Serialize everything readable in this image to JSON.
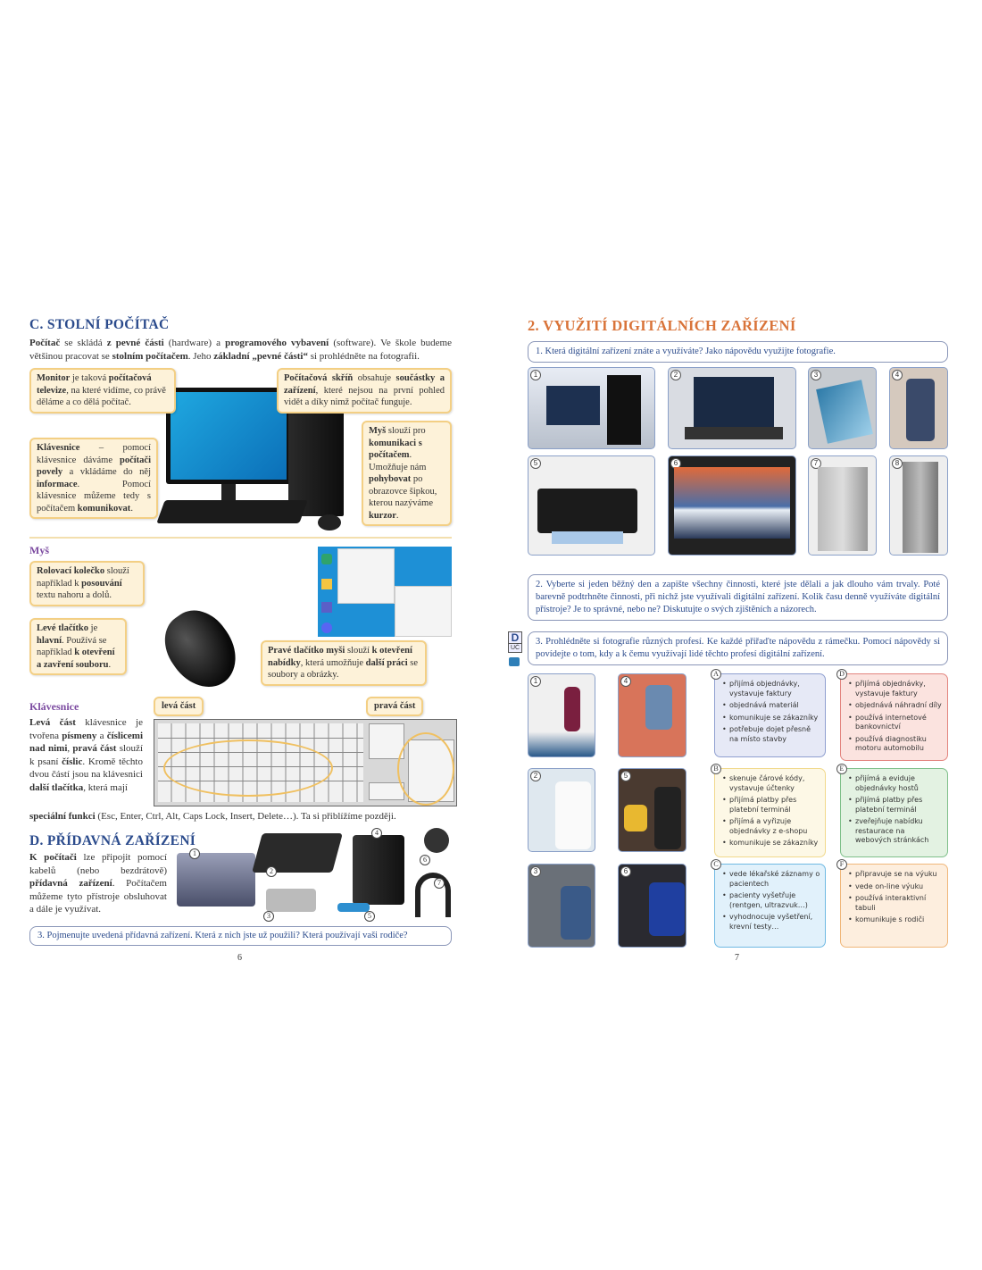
{
  "left": {
    "section_c_title": "C. STOLNÍ POČÍTAČ",
    "intro": [
      "Počítač",
      " se skládá ",
      "z pevné části",
      " (hardware) a ",
      "programového vybavení",
      " (software). Ve škole budeme většinou pracovat se ",
      "stolním počítačem",
      ". Jeho ",
      "základní „pevné části“",
      " si prohlédněte na fotografii."
    ],
    "callouts": {
      "monitor": [
        "Monitor",
        " je taková ",
        "počítačová televize",
        ", na které vidíme, co právě děláme a co dělá počítač."
      ],
      "case": [
        "Počítačová skříň",
        " obsahuje ",
        "součástky a zařízení",
        ", které nejsou na první pohled vidět a díky nimž počítač funguje."
      ],
      "keyboard": [
        "Klávesnice",
        " – pomocí klávesnice dáváme ",
        "počítači povely",
        " a vkládáme do něj ",
        "informace",
        ". Pomocí klávesnice můžeme tedy s počítačem ",
        "komunikovat",
        "."
      ],
      "mouse": [
        "Myš",
        " slouží pro ",
        "komunikaci s počítačem",
        ". Umožňuje nám ",
        "pohybovat",
        " po obrazovce šipkou, kterou nazýváme ",
        "kurzor",
        "."
      ]
    },
    "mouse_heading": "Myš",
    "mouse_callouts": {
      "wheel": [
        "Rolovací kolečko",
        " slouží například k ",
        "posouvání",
        " textu nahoru a dolů."
      ],
      "left_button": [
        "Levé tlačítko",
        " je ",
        "hlavní",
        ". Používá se například ",
        "k otevření a zavření souboru",
        "."
      ],
      "right_button": [
        "Pravé tlačítko myši",
        " slouží ",
        "k otevření nabídky",
        ", která umožňuje ",
        "další práci",
        " se soubory a obrázky."
      ]
    },
    "keyboard_heading": "Klávesnice",
    "keyboard_labels": {
      "left": "levá část",
      "right": "pravá část"
    },
    "keyboard_text": [
      "Levá část",
      " klávesnice je tvořena ",
      "písmeny",
      " a ",
      "číslicemi nad nimi",
      ", ",
      "pravá část",
      " slouží k psaní ",
      "číslic",
      ". Kromě těchto dvou částí jsou na klávesnici ",
      "další tlačítka",
      ", která mají ",
      "speciální funkci",
      " (Esc, Enter, Ctrl, Alt, Caps Lock, Insert, Delete…). Ta si přiblížíme později."
    ],
    "section_d_title": "D. PŘÍDAVNÁ ZAŘÍZENÍ",
    "section_d_text": [
      "K počítači",
      " lze připojit pomocí kabelů (nebo bezdrátově) ",
      "přídavná zařízení",
      ". Počítačem můžeme tyto přístroje obsluhovat a dále je využívat."
    ],
    "device_numbers": [
      "1",
      "2",
      "3",
      "4",
      "5",
      "6",
      "7"
    ],
    "question3": "3. Pojmenujte uvedená přídavná zařízení. Která z nich jste už použili? Která používají vaši rodiče?",
    "page_number": "6"
  },
  "right": {
    "title": "2. VYUŽITÍ DIGITÁLNÍCH ZAŘÍZENÍ",
    "question1": "1. Která digitální zařízení znáte a využíváte? Jako nápovědu využijte fotografie.",
    "device_photo_numbers": [
      "1",
      "2",
      "3",
      "4",
      "5",
      "6",
      "7",
      "8"
    ],
    "question2": "2. Vyberte si jeden běžný den a zapište všechny činnosti, které jste dělali a jak dlouho vám trvaly. Poté barevně podtrhněte činnosti, při nichž jste využívali digitální zařízení. Kolik času denně využíváte digitální přístroje? Je to správné, nebo ne? Diskutujte o svých zjištěních a názorech.",
    "badge": {
      "top": "D",
      "bottom": "UČ"
    },
    "question3": "3. Prohlédněte si fotografie různých profesí. Ke každé přiřaďte nápovědu z rámečku. Pomocí nápovědy si povídejte o tom, kdy a k čemu využívají lidé těchto profesí digitální zařízení.",
    "profession_photo_numbers": [
      "1",
      "4",
      "2",
      "5",
      "3",
      "6"
    ],
    "hints": [
      {
        "letter": "A",
        "color": "#8f9fd0",
        "bg": "#e6e9f6",
        "items": [
          "přijímá objednávky, vystavuje faktury",
          "objednává materiál",
          "komunikuje se zákazníky",
          "potřebuje dojet přesně na místo stavby"
        ]
      },
      {
        "letter": "D",
        "color": "#e3857f",
        "bg": "#fbe3df",
        "items": [
          "přijímá objednávky, vystavuje faktury",
          "objednává náhradní díly",
          "používá internetové bankovnictví",
          "používá diagnostiku motoru automobilu"
        ]
      },
      {
        "letter": "B",
        "color": "#f1d98c",
        "bg": "#fdf8e6",
        "items": [
          "skenuje čárové kódy, vystavuje účtenky",
          "přijímá platby přes platební terminál",
          "přijímá a vyřizuje objednávky z e-shopu",
          "komunikuje se zákazníky"
        ]
      },
      {
        "letter": "E",
        "color": "#7fc08a",
        "bg": "#e3f2e2",
        "items": [
          "přijímá a eviduje objednávky hostů",
          "přijímá platby přes platební terminál",
          "zveřejňuje nabídku restaurace na webových stránkách"
        ]
      },
      {
        "letter": "C",
        "color": "#6fb9e3",
        "bg": "#e1f1fb",
        "items": [
          "vede lékařské záznamy o pacientech",
          "pacienty vyšetřuje (rentgen, ultrazvuk…)",
          "vyhodnocuje vyšetření, krevní testy…"
        ]
      },
      {
        "letter": "F",
        "color": "#f0b77a",
        "bg": "#fdeede",
        "items": [
          "připravuje se na výuku",
          "vede on-line výuku",
          "používá interaktivní tabuli",
          "komunikuje s rodiči"
        ]
      }
    ],
    "page_number": "7"
  }
}
